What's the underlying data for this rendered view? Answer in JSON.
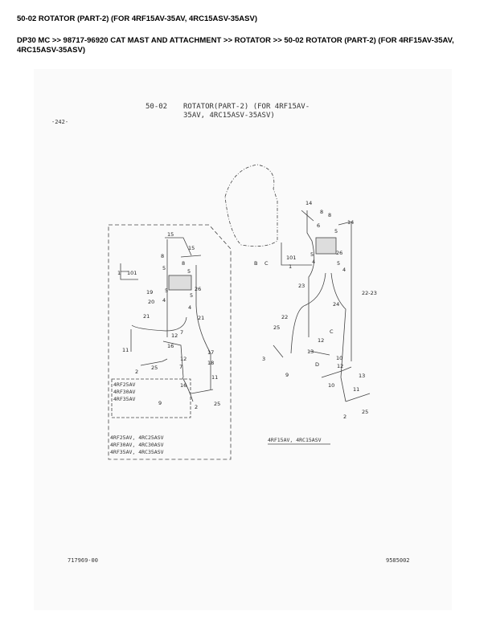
{
  "page_title": "50-02 ROTATOR (PART-2) (FOR 4RF15AV-35AV, 4RC15ASV-35ASV)",
  "breadcrumb": "DP30 MC >> 98717-96920 CAT MAST AND ATTACHMENT >> ROTATOR >> 50-02 ROTATOR (PART-2) (FOR 4RF15AV-35AV, 4RC15ASV-35ASV)",
  "diagram": {
    "page_number": "-242-",
    "section_code": "50-02",
    "title_line1": "ROTATOR(PART-2) (FOR 4RF15AV-",
    "title_line2": "35AV, 4RC15ASV-35ASV)",
    "inset_models": [
      "4RF25AV",
      "4RF30AV",
      "4RF35AV"
    ],
    "left_group_models": [
      "4RF25AV, 4RC25ASV",
      "4RF30AV, 4RC30ASV",
      "4RF35AV, 4RC35ASV"
    ],
    "right_group_model": "4RF15AV, 4RC15ASV",
    "drawing_number": "717969-00",
    "catalog_number": "9585002",
    "callouts": [
      "15",
      "15",
      "8",
      "8",
      "1",
      "101",
      "5",
      "5",
      "19",
      "20",
      "5",
      "5",
      "26",
      "4",
      "4",
      "21",
      "21",
      "7",
      "12",
      "16",
      "11",
      "17",
      "18",
      "12",
      "7",
      "25",
      "2",
      "16",
      "11",
      "2",
      "25",
      "9",
      "14",
      "8",
      "8",
      "14",
      "6",
      "5",
      "101",
      "1",
      "26",
      "5",
      "5",
      "4",
      "4",
      "23",
      "22-23",
      "24",
      "22",
      "25",
      "C",
      "12",
      "13",
      "10",
      "3",
      "D",
      "12",
      "13",
      "9",
      "10",
      "11",
      "2",
      "25",
      "B",
      "C"
    ]
  }
}
